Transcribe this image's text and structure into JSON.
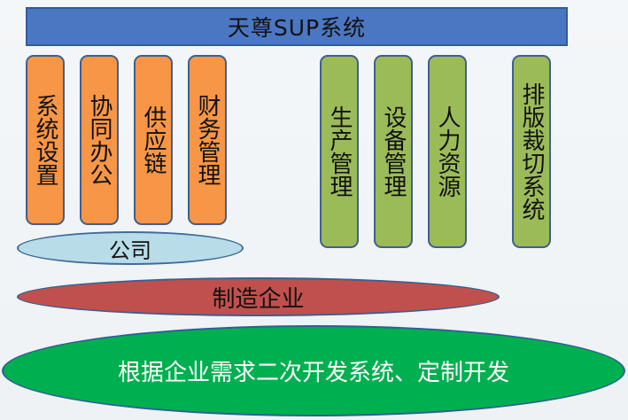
{
  "banner": {
    "title": "天尊SUP系统"
  },
  "company_modules": [
    {
      "label": "系统设置"
    },
    {
      "label": "协同办公"
    },
    {
      "label": "供应链"
    },
    {
      "label": "财务管理"
    }
  ],
  "production_modules": [
    {
      "label": "生产管理"
    },
    {
      "label": "设备管理"
    },
    {
      "label": "人力资源"
    },
    {
      "label": "排版裁切系统"
    }
  ],
  "layers": {
    "company": "公司",
    "manufacturing": "制造企业",
    "customization": "根据企业需求二次开发系统、定制开发"
  },
  "colors": {
    "banner": "#4b77c2",
    "company_modules": "#f79646",
    "production_modules": "#9bbb59",
    "company_layer": "#b8dce8",
    "manufacturing_layer": "#c0504d",
    "customization_layer": "#00b050"
  }
}
